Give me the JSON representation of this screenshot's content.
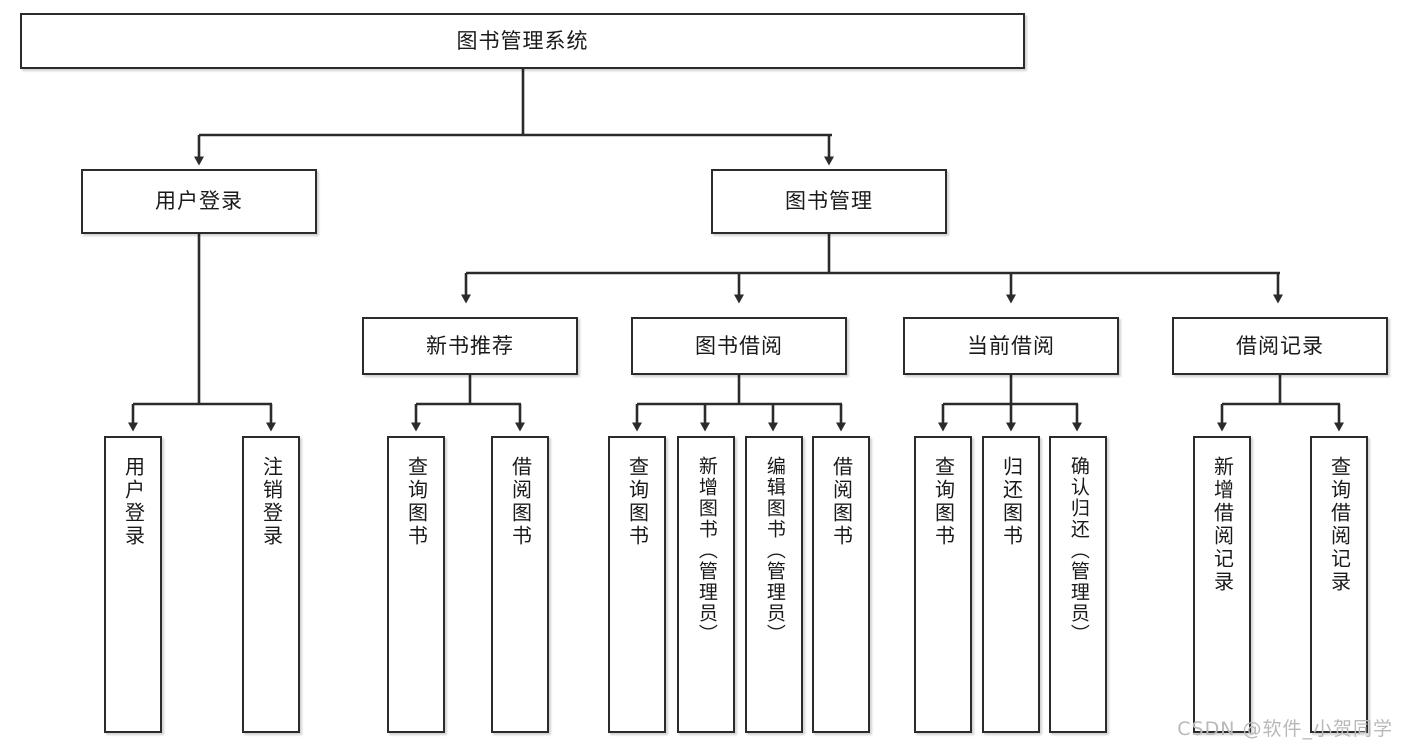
{
  "diagram": {
    "kind": "tree-hierarchy-diagram",
    "title": "图书管理系统",
    "watermark": "CSDN @软件_小贺同学",
    "colors": {
      "stroke": "#2b2b2b",
      "fill": "#ffffff",
      "text": "#1a1a1a",
      "watermark": "#b9b9b9"
    },
    "root": {
      "label": "图书管理系统"
    },
    "level2": [
      {
        "label": "用户登录"
      },
      {
        "label": "图书管理"
      }
    ],
    "level3": [
      {
        "label": "新书推荐"
      },
      {
        "label": "图书借阅"
      },
      {
        "label": "当前借阅"
      },
      {
        "label": "借阅记录"
      }
    ],
    "leaves": {
      "user_login": [
        {
          "label": "用户登录"
        },
        {
          "label": "注销登录"
        }
      ],
      "new_book_recommend": [
        {
          "label": "查询图书"
        },
        {
          "label": "借阅图书"
        }
      ],
      "book_borrow": [
        {
          "label": "查询图书"
        },
        {
          "label": "新增图书（管理员）"
        },
        {
          "label": "编辑图书（管理员）"
        },
        {
          "label": "借阅图书"
        }
      ],
      "current_borrow": [
        {
          "label": "查询图书"
        },
        {
          "label": "归还图书"
        },
        {
          "label": "确认归还（管理员）"
        }
      ],
      "borrow_record": [
        {
          "label": "新增借阅记录"
        },
        {
          "label": "查询借阅记录"
        }
      ]
    }
  }
}
